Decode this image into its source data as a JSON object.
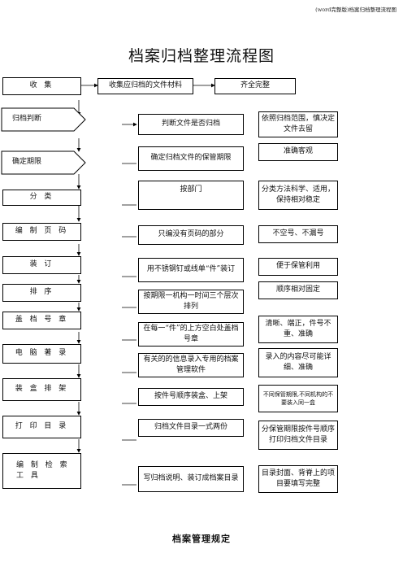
{
  "header": "(word完整版)档案归档整理流程图",
  "title": "档案归档整理流程图",
  "footer": "档案管理规定",
  "rows": [
    {
      "step": "收 集",
      "action": "收集应归档的文件材料",
      "req": "齐全完整"
    },
    {
      "step": "归档判断",
      "action": "判断文件是否归档",
      "req": "依照归档范围，慎决定文件去留"
    },
    {
      "step": "确定期限",
      "action": "确定归档文件的保管期限",
      "req": "准确客观"
    },
    {
      "step": "分 类",
      "action": "按部门",
      "req": "分类方法科学、适用，保持相对稳定"
    },
    {
      "step": "编 制 页 码",
      "action": "只编没有页码的部分",
      "req": "不空号、不漏号"
    },
    {
      "step": "装 订",
      "action": "用不锈钢钉或线单“件”装订",
      "req": "便于保管利用"
    },
    {
      "step": "排 序",
      "action": "按期限一机构一时间三个层次排列",
      "req": "顺序相对固定"
    },
    {
      "step": "盖 档 号 章",
      "action": "在每一“件”的上方空白处盖档号章",
      "req": "清晰、端正，件号不重、准确"
    },
    {
      "step": "电 脑 著 录",
      "action": "有关的的信息录入专用的档案管理软件",
      "req": "录入的内容尽可能详细、准确"
    },
    {
      "step": "装 盒 排 架",
      "action": "按件号顺序装盒、上架",
      "req": "不同保管期限,不同机构的不要装入同一盒"
    },
    {
      "step": "打 印 目 录",
      "action": "归档文件目录一式两份",
      "req": "分保管期限按件号顺序打印归档文件目录"
    },
    {
      "step": "编 制 检 索 工 具",
      "action": "写归档说明、装订成档案目录",
      "req": "目录封面、背脊上的项目要填写完整"
    }
  ]
}
